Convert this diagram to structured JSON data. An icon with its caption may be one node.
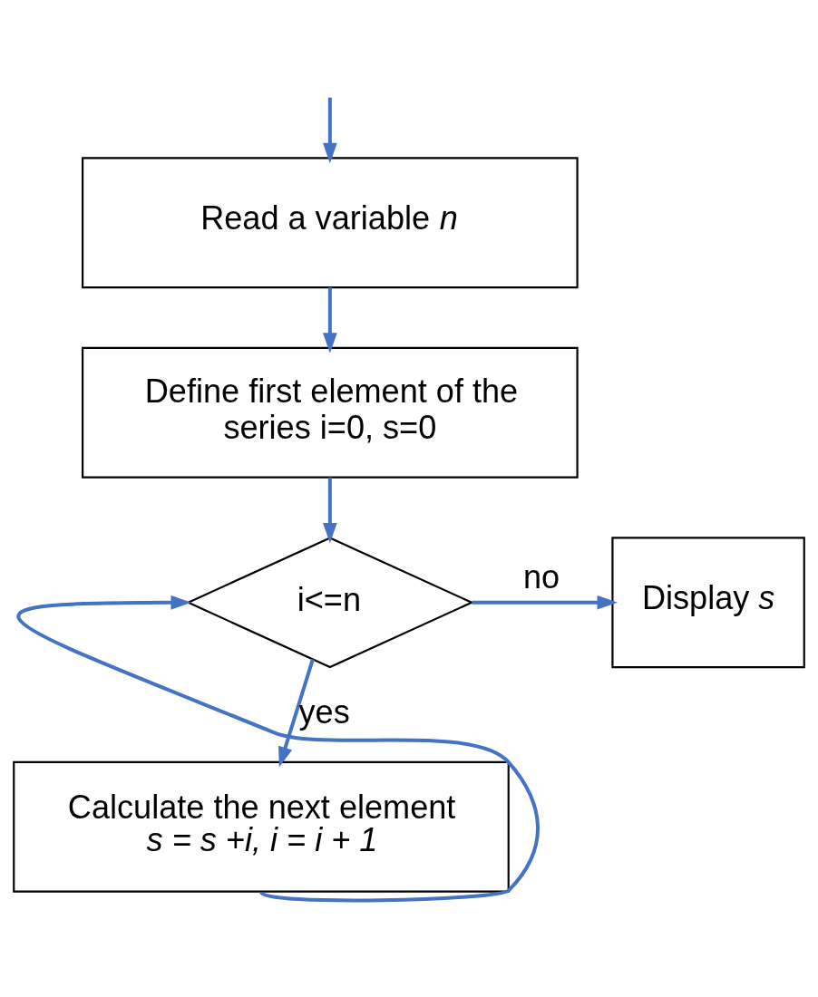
{
  "diagram": {
    "nodes": [
      {
        "text": [
          "Read a variable *n*"
        ]
      },
      {
        "text": [
          "Define first element of the series i=0, s=0"
        ]
      },
      {
        "text": [
          "i<=n"
        ]
      },
      {
        "text": [
          "Display *s*"
        ]
      },
      {
        "text": [
          "Calculate the next element",
          "*s = s +i, i = i + 1*"
        ]
      }
    ],
    "edges": [
      {
        "from": null,
        "to": 0,
        "arrow": "to"
      },
      {
        "from": 0,
        "to": 1,
        "arrow": "to"
      },
      {
        "from": 1,
        "to": 2,
        "arrow": "to"
      },
      {
        "from": 2,
        "to": 3,
        "arrow": "to",
        "label": "no"
      },
      {
        "from": 2,
        "to": 4,
        "arrow": "to",
        "label": "yes"
      },
      {
        "from": 4,
        "to": 2,
        "arrow": "to"
      }
    ]
  }
}
